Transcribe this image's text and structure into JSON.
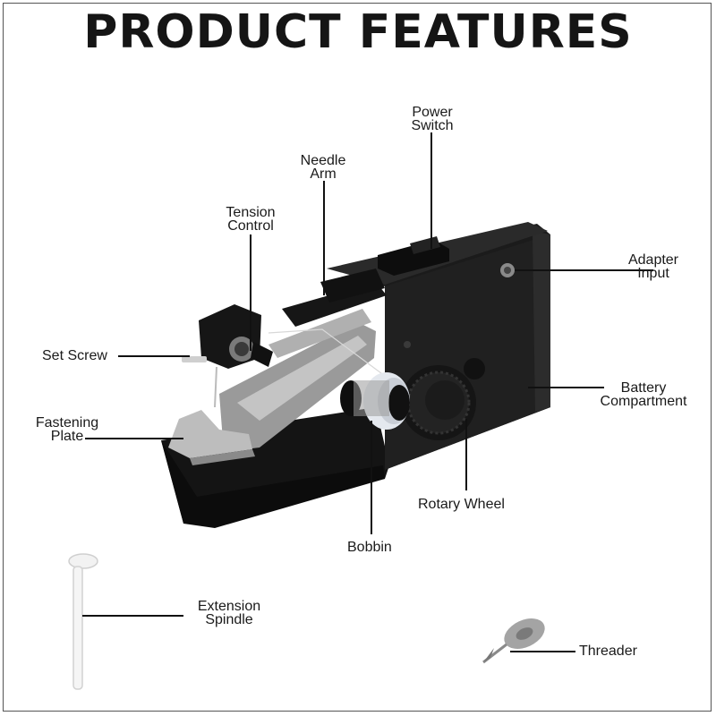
{
  "title": "PRODUCT FEATURES",
  "labels": {
    "power_switch": [
      "Power",
      "Switch"
    ],
    "needle_arm": [
      "Needle",
      "Arm"
    ],
    "tension_control": [
      "Tension",
      "Control"
    ],
    "adapter_input": [
      "Adapter",
      "Input"
    ],
    "set_screw": "Set Screw",
    "battery_compartment": [
      "Battery",
      "Compartment"
    ],
    "fastening_plate": [
      "Fastening",
      "Plate"
    ],
    "rotary_wheel": "Rotary Wheel",
    "bobbin": "Bobbin",
    "extension_spindle": [
      "Extension",
      "Spindle"
    ],
    "threader": "Threader"
  }
}
